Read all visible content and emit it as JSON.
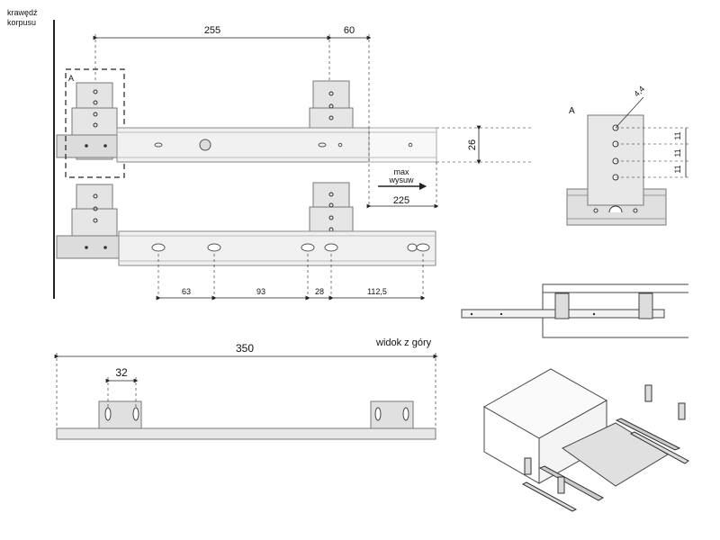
{
  "edge_label": [
    "krawędź",
    "korpusu"
  ],
  "detail_marker": "A",
  "detail_title": "A",
  "dim_255": "255",
  "dim_60": "60",
  "dim_26": "26",
  "max_label": [
    "max",
    "wysuw"
  ],
  "dim_225": "225",
  "spacing": [
    "63",
    "93",
    "28",
    "112,5"
  ],
  "dim_350": "350",
  "top_view_label": "widok z góry",
  "dim_32": "32",
  "hole_dia": "4,4",
  "hole_pitch": [
    "11",
    "11",
    "11"
  ]
}
